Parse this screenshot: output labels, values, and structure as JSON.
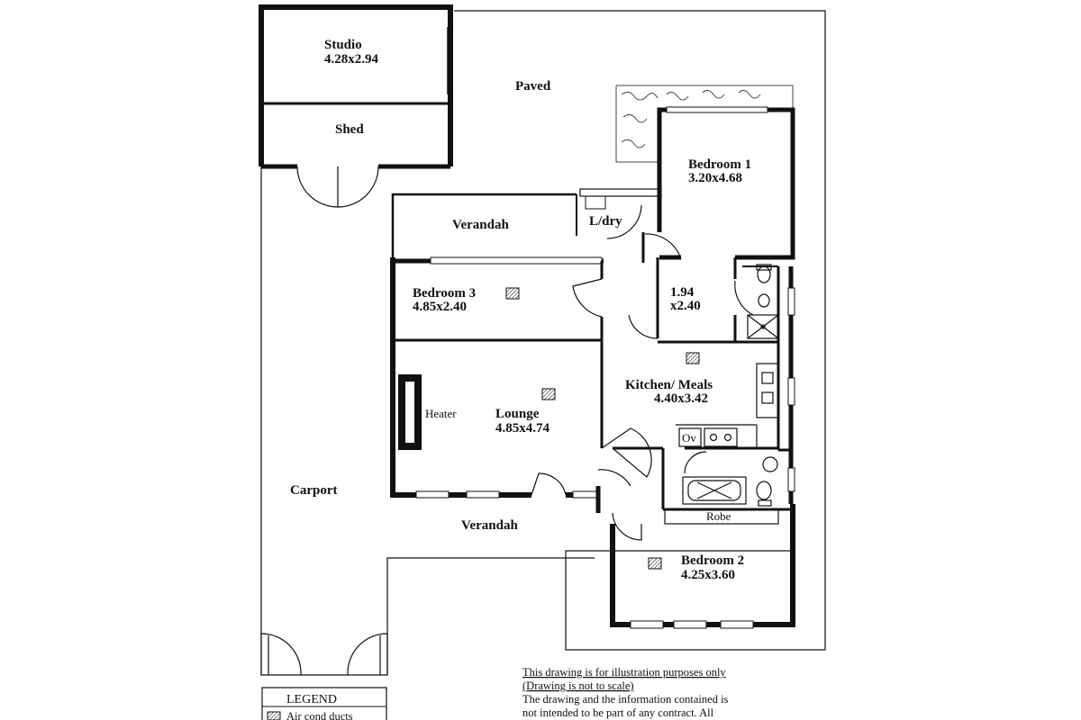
{
  "rooms": {
    "studio": {
      "name": "Studio",
      "size": "4.28x2.94"
    },
    "shed": {
      "name": "Shed"
    },
    "paved": {
      "name": "Paved"
    },
    "bedroom1": {
      "name": "Bedroom 1",
      "size": "3.20x4.68"
    },
    "verandah_top": {
      "name": "Verandah"
    },
    "laundry": {
      "name": "L/dry"
    },
    "bedroom3": {
      "name": "Bedroom 3",
      "size": "4.85x2.40"
    },
    "ensuite": {
      "size_a": "1.94",
      "size_b": "x2.40"
    },
    "kitchen": {
      "name": "Kitchen/ Meals",
      "size": "4.40x3.42"
    },
    "lounge": {
      "name": "Lounge",
      "size": "4.85x4.74"
    },
    "heater": {
      "name": "Heater"
    },
    "oven": {
      "name": "Ov"
    },
    "carport": {
      "name": "Carport"
    },
    "verandah_bottom": {
      "name": "Verandah"
    },
    "robe": {
      "name": "Robe"
    },
    "bedroom2": {
      "name": "Bedroom 2",
      "size": "4.25x3.60"
    }
  },
  "notes": {
    "line1": "This drawing is for illustration purposes only",
    "line2": "(Drawing is not to scale)",
    "line3": "The drawing and the information contained is",
    "line4": "not intended to be part of any contract.  All"
  },
  "legend": {
    "title": "LEGEND",
    "item": "Air cond ducts"
  }
}
